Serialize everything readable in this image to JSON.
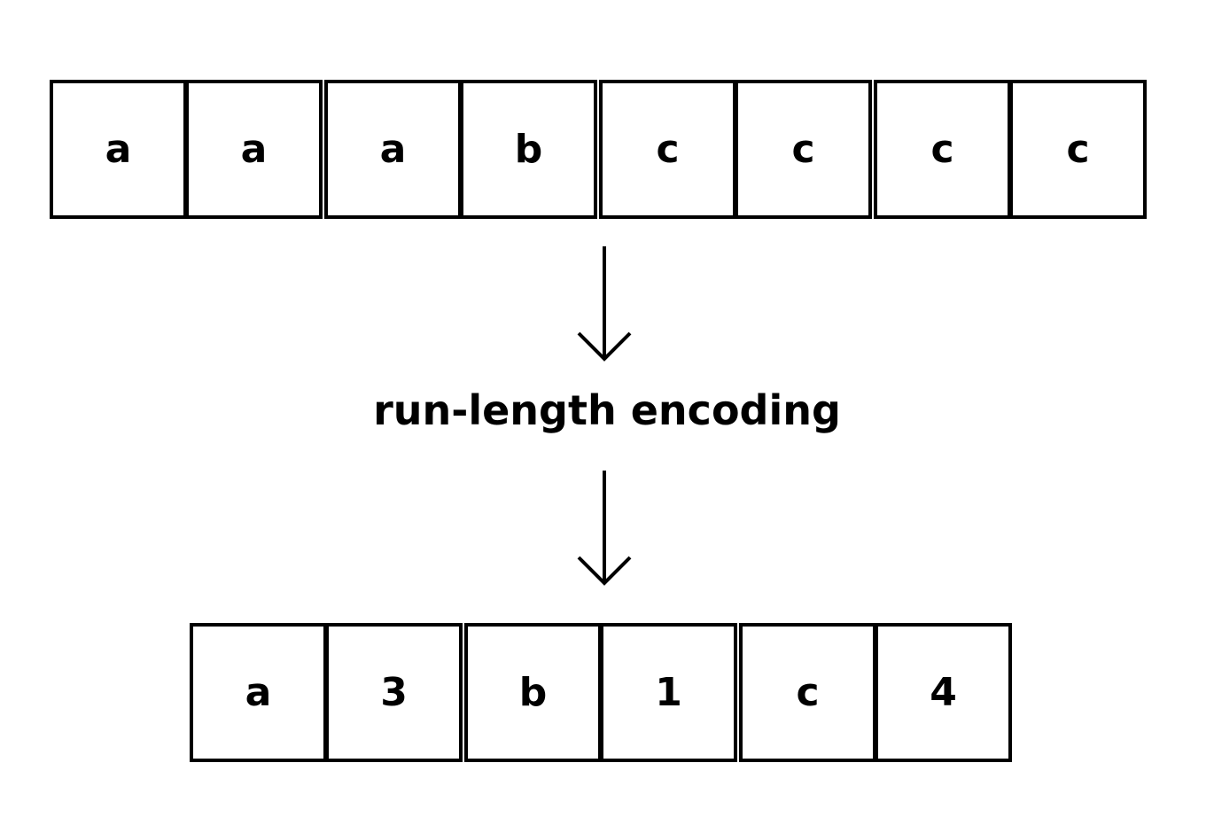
{
  "input_sequence": {
    "cells": [
      "a",
      "a",
      "a",
      "b",
      "c",
      "c",
      "c",
      "c"
    ]
  },
  "process": {
    "label": "run-length encoding"
  },
  "output_sequence": {
    "cells": [
      "a",
      "3",
      "b",
      "1",
      "c",
      "4"
    ]
  },
  "colors": {
    "stroke": "#000000",
    "background": "#ffffff"
  },
  "icons": {
    "arrow": "arrow-down-icon"
  }
}
